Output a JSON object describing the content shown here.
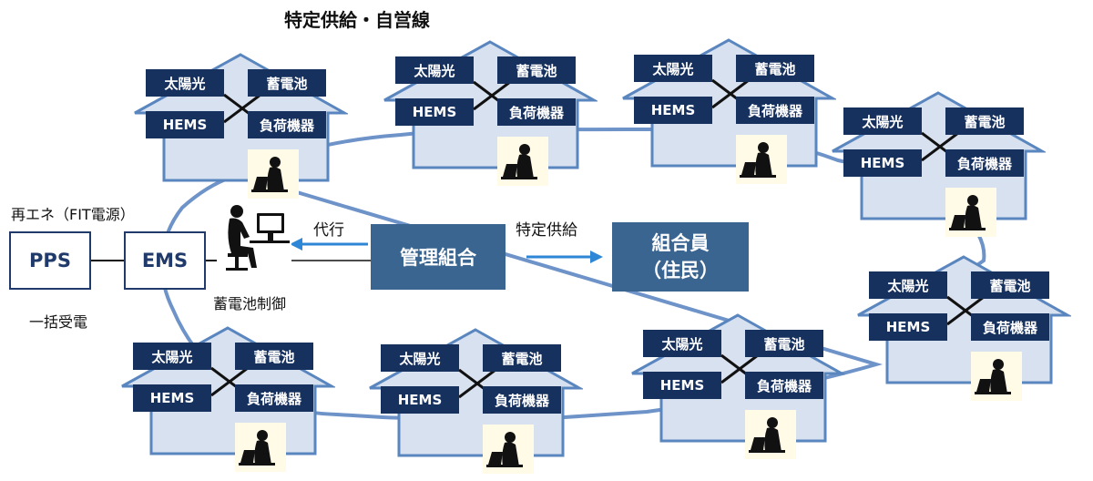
{
  "title": "特定供給・自営線",
  "left": {
    "renewable_label": "再エネ（FIT電源）",
    "pps": "PPS",
    "ems": "EMS",
    "bulk_label": "一括受電",
    "storage_control_label": "蓄電池制御"
  },
  "center": {
    "proxy_label": "代行",
    "union": "管理組合",
    "supply_label": "特定供給",
    "members_line1": "組合員",
    "members_line2": "（住民）"
  },
  "house_labels": {
    "solar": "太陽光",
    "battery": "蓄電池",
    "hems": "HEMS",
    "load": "負荷機器"
  },
  "colors": {
    "navy": "#17315f",
    "steel": "#3a6591",
    "house_fill": "#d7e1ef",
    "house_stroke": "#5a86bf",
    "wire": "#6e93c9",
    "arrow": "#2e86d6"
  },
  "icons": {
    "resident": "woman-at-laptop-icon",
    "operator": "person-at-computer-icon"
  }
}
